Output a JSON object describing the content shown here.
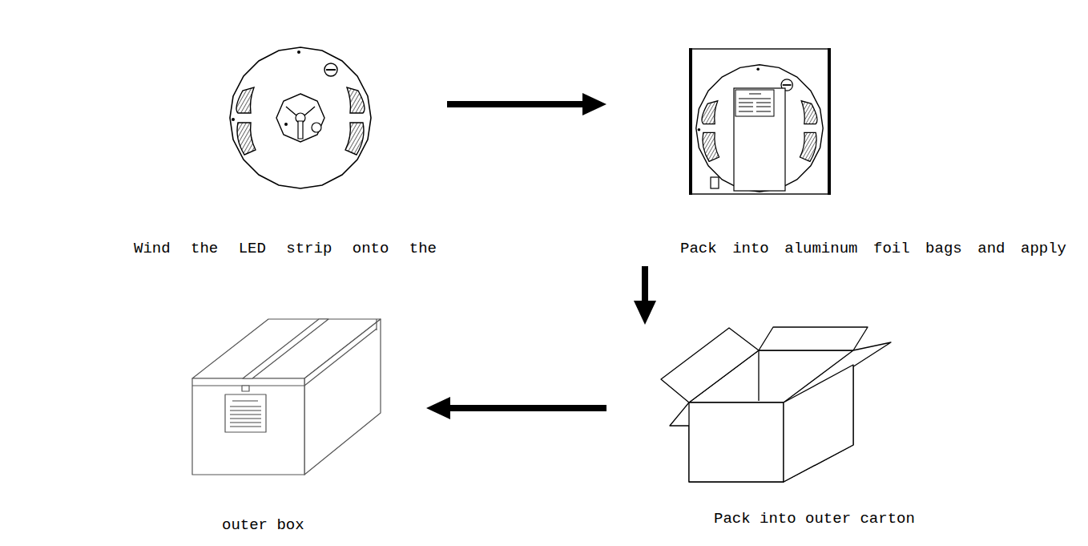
{
  "diagram": {
    "nodes": [
      {
        "text": [
          "Wind the LED strip onto the"
        ]
      },
      {
        "text": [
          "Pack into aluminum foil bags and apply"
        ]
      },
      {
        "text": [
          "Pack into outer carton"
        ]
      },
      {
        "text": [
          "outer box"
        ]
      }
    ],
    "edges": [
      {
        "from": 0,
        "to": 1,
        "arrow": "to"
      },
      {
        "from": 1,
        "to": 2,
        "arrow": "to"
      },
      {
        "from": 2,
        "to": 3,
        "arrow": "to"
      }
    ]
  }
}
